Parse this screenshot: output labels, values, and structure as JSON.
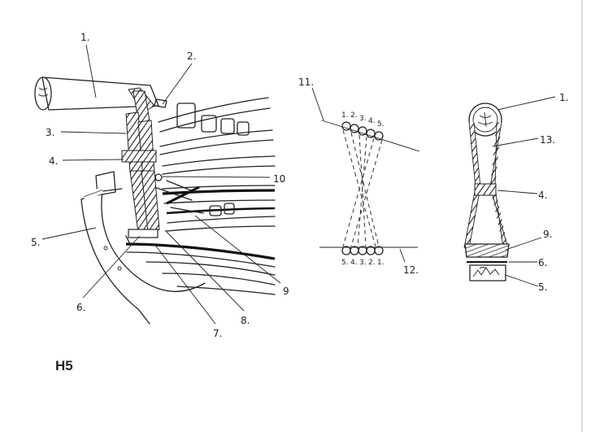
{
  "figure_id": "H5",
  "left_view": {
    "callouts": [
      {
        "id": "c1",
        "text": "1."
      },
      {
        "id": "c2",
        "text": "2."
      },
      {
        "id": "c3",
        "text": "3."
      },
      {
        "id": "c4",
        "text": "4."
      },
      {
        "id": "c5",
        "text": "5."
      },
      {
        "id": "c6",
        "text": "6."
      },
      {
        "id": "c7",
        "text": "7."
      },
      {
        "id": "c8",
        "text": "8."
      },
      {
        "id": "c9",
        "text": "9"
      },
      {
        "id": "c10",
        "text": "10"
      }
    ]
  },
  "middle_view": {
    "label_top": "11.",
    "label_bottom": "12.",
    "top_numbers": [
      "1.",
      "2.",
      "3.",
      "4.",
      "5."
    ],
    "bottom_numbers": [
      "5.",
      "4.",
      "3.",
      "2.",
      "1."
    ]
  },
  "right_view": {
    "callouts": [
      {
        "id": "r1",
        "text": "1."
      },
      {
        "id": "r13",
        "text": "13."
      },
      {
        "id": "r4",
        "text": "4."
      },
      {
        "id": "r9",
        "text": "9."
      },
      {
        "id": "r6",
        "text": "6."
      },
      {
        "id": "r5",
        "text": "5."
      }
    ]
  }
}
